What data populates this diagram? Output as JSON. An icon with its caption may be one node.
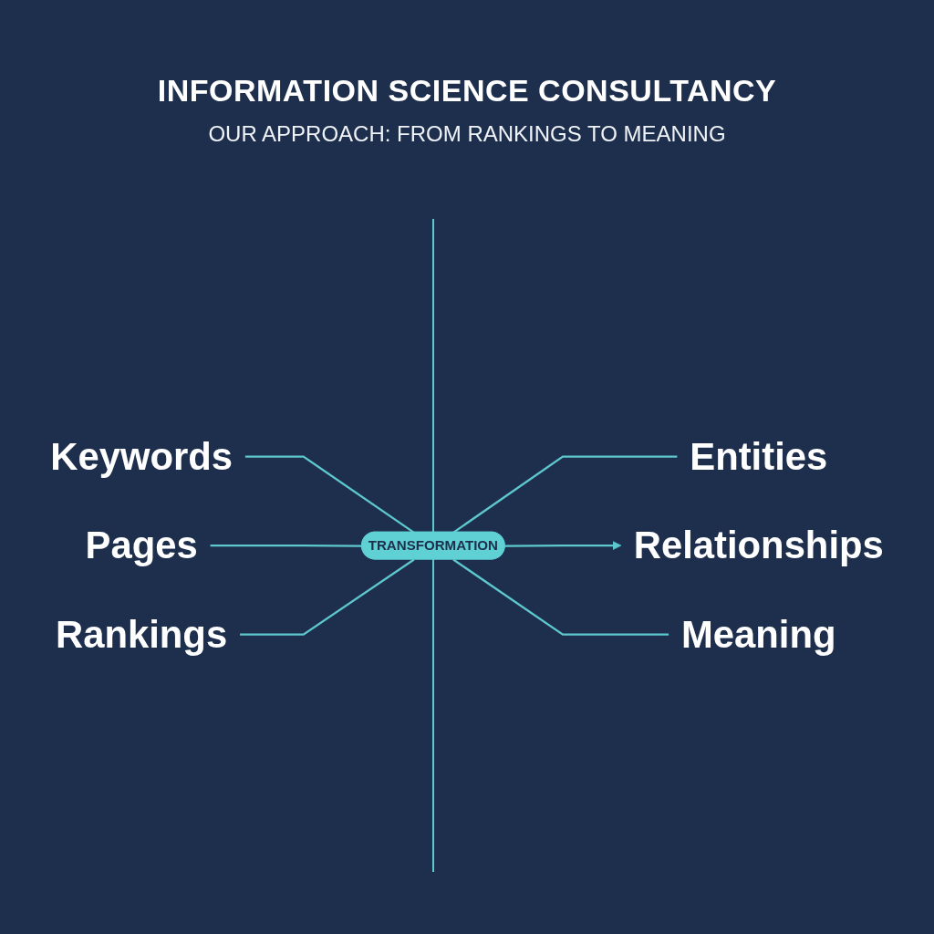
{
  "diagram": {
    "title": "INFORMATION SCIENCE CONSULTANCY",
    "nodes": [
      {
        "text": [
          "Keywords"
        ]
      },
      {
        "text": [
          "Pages"
        ]
      },
      {
        "text": [
          "Rankings"
        ]
      },
      {
        "text": [
          "TRANSFORMATION"
        ]
      },
      {
        "text": [
          "Entities"
        ]
      },
      {
        "text": [
          "Relationships"
        ]
      },
      {
        "text": [
          "Meaning"
        ]
      }
    ],
    "edges": [
      {
        "from": 0,
        "to": 3,
        "arrow": "none"
      },
      {
        "from": 1,
        "to": 3,
        "arrow": "none"
      },
      {
        "from": 2,
        "to": 3,
        "arrow": "none"
      },
      {
        "from": 3,
        "to": 4,
        "arrow": "none"
      },
      {
        "from": 3,
        "to": 5,
        "arrow": "to"
      },
      {
        "from": 3,
        "to": 6,
        "arrow": "none"
      }
    ],
    "labels": [
      "OUR APPROACH: FROM RANKINGS TO MEANING"
    ]
  }
}
